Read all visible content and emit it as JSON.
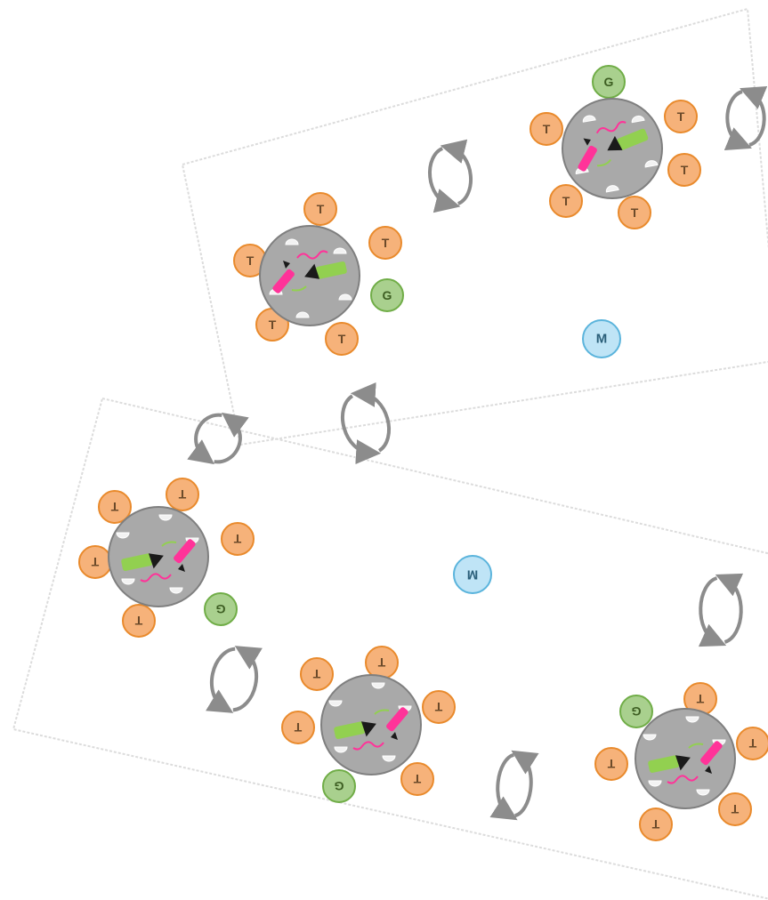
{
  "labels": {
    "transporter": "T",
    "g_node": "G",
    "center_node": "M"
  },
  "colors": {
    "transporter_fill": "#f6b27a",
    "transporter_stroke": "#e98a2c",
    "g_fill": "#a9d08e",
    "g_stroke": "#70ad47",
    "m_fill": "#bfe4f6",
    "m_stroke": "#5bb4dc",
    "core_fill": "#a9a9a9",
    "core_stroke": "#7f7f7f",
    "arrow_green": "#92d050",
    "arrow_pink": "#ff3399",
    "cycle_arrow": "#8c8c8c",
    "panel_border": "#dcdcdc",
    "label_text": "#6b4a2a"
  }
}
